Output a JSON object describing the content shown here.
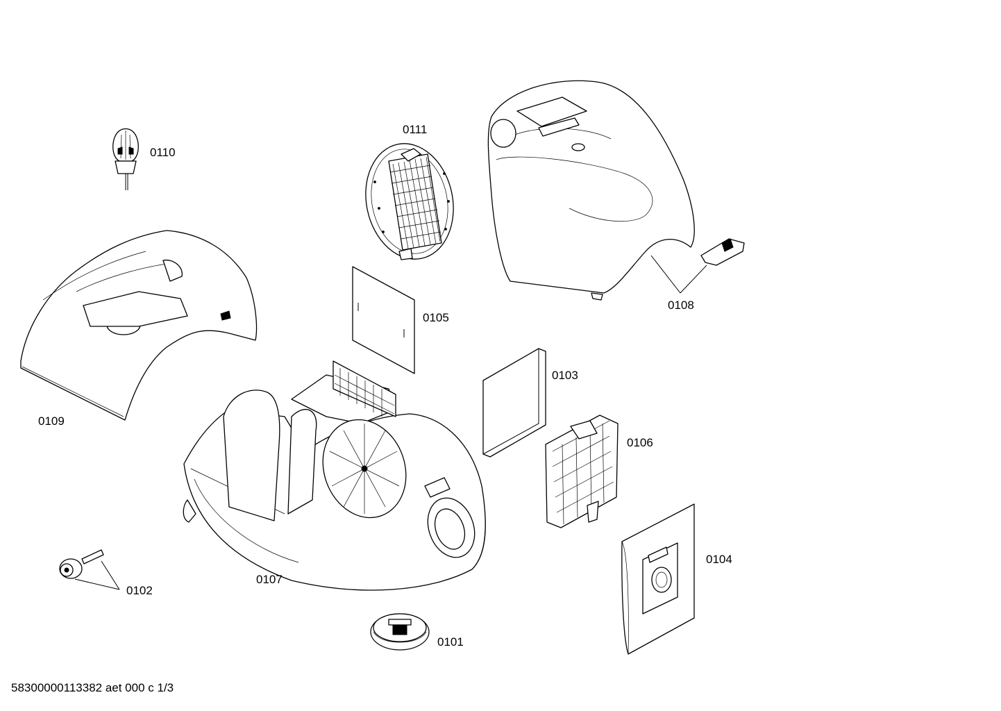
{
  "parts": [
    {
      "id": "p0110",
      "label": "0110",
      "icon": "knob-icon"
    },
    {
      "id": "p0111",
      "label": "0111",
      "icon": "round-filter-icon"
    },
    {
      "id": "p0108",
      "label": "0108",
      "icon": "top-cover-icon"
    },
    {
      "id": "p0109",
      "label": "0109",
      "icon": "hood-cover-icon"
    },
    {
      "id": "p0105",
      "label": "0105",
      "icon": "filter-sheet-icon"
    },
    {
      "id": "p0103",
      "label": "0103",
      "icon": "filter-pad-icon"
    },
    {
      "id": "p0106",
      "label": "0106",
      "icon": "filter-frame-icon"
    },
    {
      "id": "p0107",
      "label": "0107",
      "icon": "housing-icon"
    },
    {
      "id": "p0102",
      "label": "0102",
      "icon": "wheel-axle-icon"
    },
    {
      "id": "p0104",
      "label": "0104",
      "icon": "dust-bag-icon"
    },
    {
      "id": "p0101",
      "label": "0101",
      "icon": "castor-icon"
    }
  ],
  "footer": {
    "document_code": "58300000113382 aet 000 c 1/3"
  }
}
